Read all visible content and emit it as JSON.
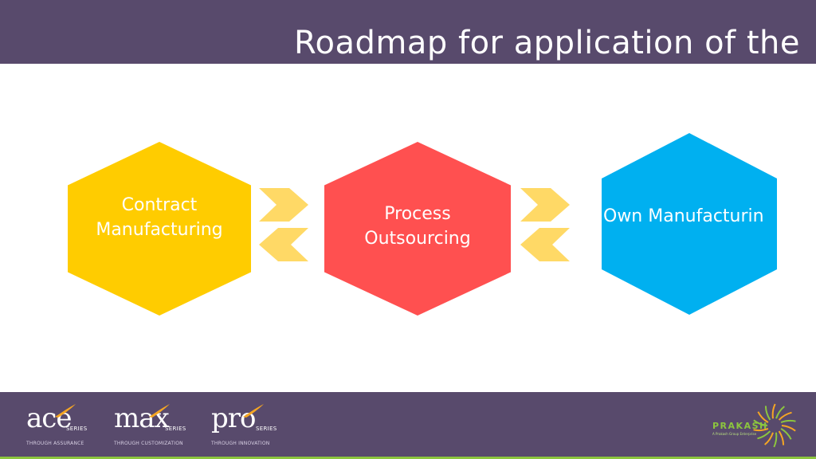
{
  "header": {
    "title": "Roadmap for application of the"
  },
  "diagram": {
    "stages": [
      {
        "label": "Contract\nManufacturing",
        "color": "#ffcc00"
      },
      {
        "label": "Process\nOutsourcing",
        "color": "#ff5050"
      },
      {
        "label": "Own Manufacturin",
        "color": "#00b0f0"
      }
    ],
    "arrow_color": "#ffd966"
  },
  "footer": {
    "brands": [
      {
        "word": "ace",
        "series": "SERIES",
        "tagline": "THROUGH ASSURANCE"
      },
      {
        "word": "max",
        "series": "SERIES",
        "tagline": "THROUGH CUSTOMIZATION"
      },
      {
        "word": "pro",
        "series": "SERIES",
        "tagline": "THROUGH INNOVATION"
      }
    ],
    "logo": {
      "name": "PRAKASH",
      "tagline": "A Prakash Group Enterprise"
    },
    "accent_color": "#f5a623",
    "line_color": "#8cc63e"
  }
}
